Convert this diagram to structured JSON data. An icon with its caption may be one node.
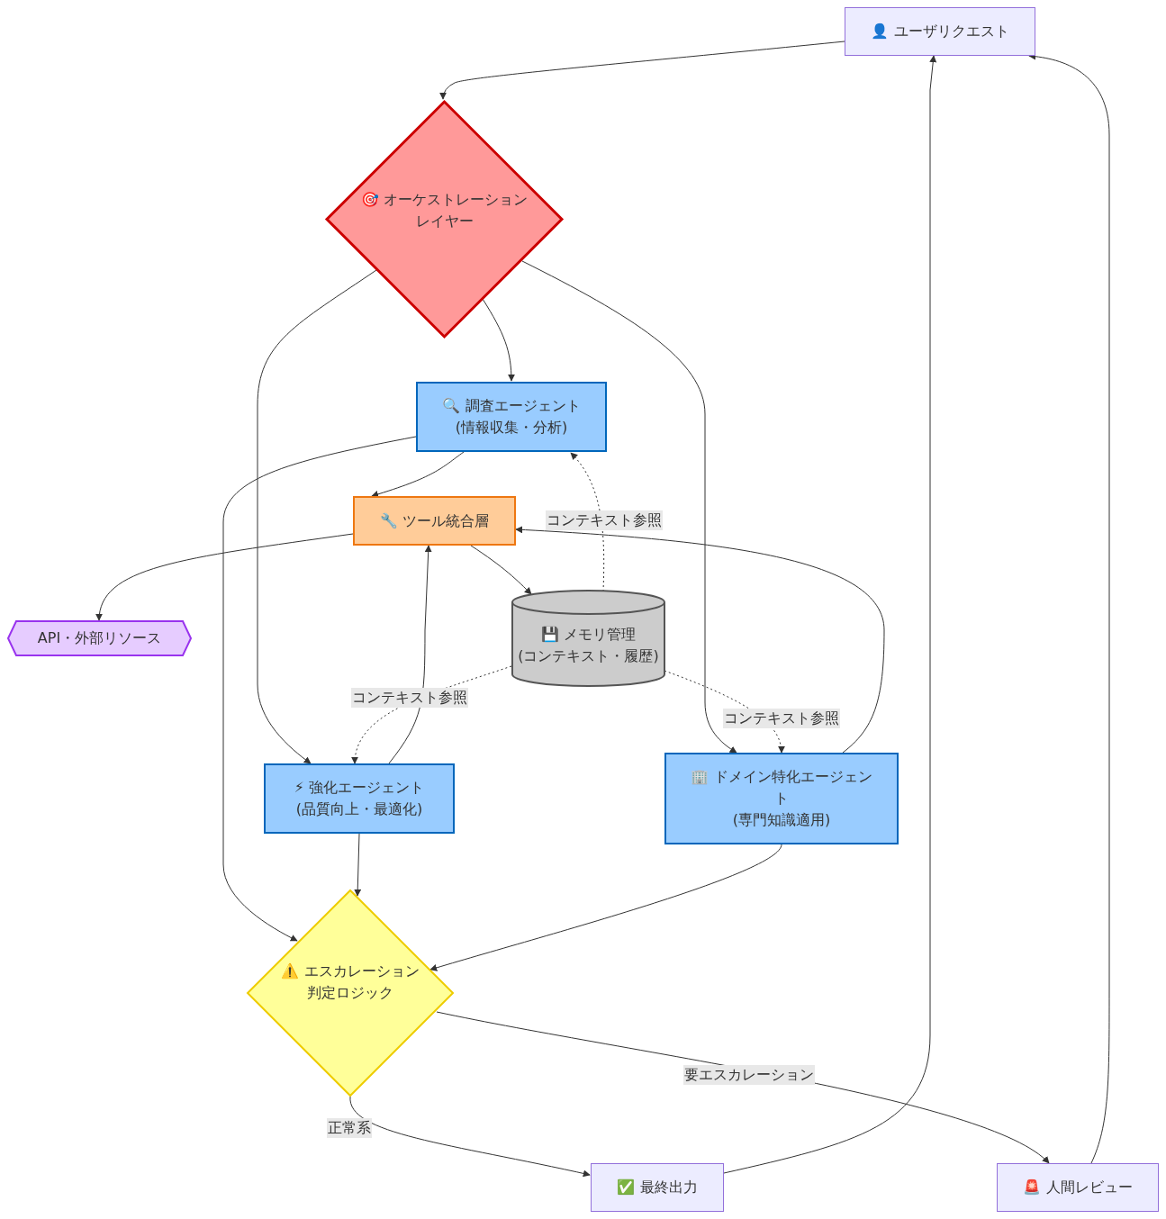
{
  "diagram": {
    "nodes": [
      {
        "text": [
          "👤 ユーザリクエスト"
        ]
      },
      {
        "text": [
          "🎯 オーケストレーションレイヤー"
        ]
      },
      {
        "text": [
          "🔍 調査エージェント",
          "(情報収集・分析)"
        ]
      },
      {
        "text": [
          "🔧 ツール統合層"
        ]
      },
      {
        "text": [
          "API・外部リソース"
        ]
      },
      {
        "text": [
          "💾 メモリ管理",
          "(コンテキスト・履歴)"
        ]
      },
      {
        "text": [
          "⚡ 強化エージェント",
          "(品質向上・最適化)"
        ]
      },
      {
        "text": [
          "🏢 ドメイン特化エージェント",
          "(専門知識適用)"
        ]
      },
      {
        "text": [
          "⚠️ エスカレーション判定ロジック"
        ]
      },
      {
        "text": [
          "✅ 最終出力"
        ]
      },
      {
        "text": [
          "🚨 人間レビュー"
        ]
      }
    ],
    "edges": [
      {
        "from": 0,
        "to": 1,
        "arrow": "to"
      },
      {
        "from": 1,
        "to": 2,
        "arrow": "to"
      },
      {
        "from": 1,
        "to": 6,
        "arrow": "to"
      },
      {
        "from": 1,
        "to": 7,
        "arrow": "to"
      },
      {
        "from": 2,
        "to": 3,
        "arrow": "to"
      },
      {
        "from": 2,
        "to": 8,
        "arrow": "to"
      },
      {
        "from": 3,
        "to": 4,
        "arrow": "to"
      },
      {
        "from": 3,
        "to": 5,
        "arrow": "to"
      },
      {
        "from": 5,
        "to": 2,
        "arrow": "to",
        "label": "コンテキスト参照",
        "style": "dashed"
      },
      {
        "from": 5,
        "to": 6,
        "arrow": "to",
        "label": "コンテキスト参照",
        "style": "dashed"
      },
      {
        "from": 5,
        "to": 7,
        "arrow": "to",
        "label": "コンテキスト参照",
        "style": "dashed"
      },
      {
        "from": 6,
        "to": 3,
        "arrow": "to"
      },
      {
        "from": 7,
        "to": 3,
        "arrow": "to"
      },
      {
        "from": 6,
        "to": 8,
        "arrow": "to"
      },
      {
        "from": 7,
        "to": 8,
        "arrow": "to"
      },
      {
        "from": 8,
        "to": 10,
        "arrow": "to",
        "label": "要エスカレーション"
      },
      {
        "from": 8,
        "to": 9,
        "arrow": "to",
        "label": "正常系"
      },
      {
        "from": 9,
        "to": 0,
        "arrow": "to"
      },
      {
        "from": 10,
        "to": 0,
        "arrow": "to"
      }
    ]
  }
}
